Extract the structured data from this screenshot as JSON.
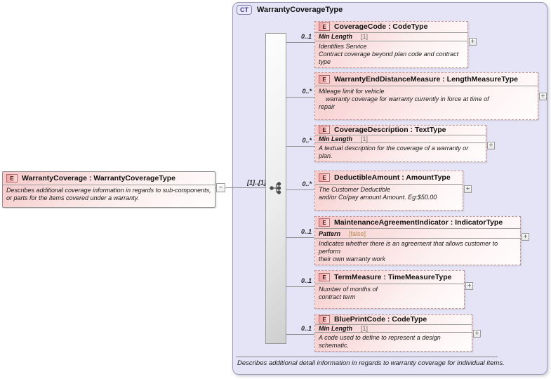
{
  "root_element": {
    "badge": "E",
    "title": "WarrantyCoverage : WarrantyCoverageType",
    "description": "Describes additional coverage information in regards to sub-components,\nor parts for the items covered under a warranty."
  },
  "connector": {
    "cardinality": "[1]..[1]"
  },
  "complex_type": {
    "badge": "CT",
    "title": "WarrantyCoverageType",
    "footer": "Describes additional detail information in regards to warranty coverage for individual items."
  },
  "icons": {
    "collapse_glyph": "−",
    "expand_glyph": "+",
    "compositor_icon": "sequence-compositor-icon"
  },
  "colors": {
    "complex_type_fill": "#e4e4f6",
    "element_fill": "#f6c9c9",
    "element_border": "#c29494",
    "badge_border": "#b36b6b",
    "facet_value_default": "#6e6e6e",
    "facet_value_pattern": "#b3874f"
  },
  "children": [
    {
      "badge": "E",
      "title": "CoverageCode : CodeType",
      "cardinality": "0..1",
      "facet_name": "Min Length",
      "facet_value": "[1]",
      "facet_value_color": "#6e6e6e",
      "description": "Identifies Service\nContract coverage beyond plan code and contract type"
    },
    {
      "badge": "E",
      "title": "WarrantyEndDistanceMeasure : LengthMeasureType",
      "cardinality": "0..*",
      "description": "Mileage limit for vehicle\n    warranty coverage for warranty currently in force at time of\nrepair"
    },
    {
      "badge": "E",
      "title": "CoverageDescription : TextType",
      "cardinality": "0..*",
      "facet_name": "Min Length",
      "facet_value": "[1]",
      "facet_value_color": "#6e6e6e",
      "description": "A textual description for the coverage of a warranty or plan."
    },
    {
      "badge": "E",
      "title": "DeductibleAmount : AmountType",
      "cardinality": "0..*",
      "description": "The Customer Deductible\nand/or Co/pay amount Amount. Eg:$50.00"
    },
    {
      "badge": "E",
      "title": "MaintenanceAgreementIndicator : IndicatorType",
      "cardinality": "0..1",
      "facet_name": "Pattern",
      "facet_value": "[false]",
      "facet_value_color": "#b3874f",
      "description": "Indicates whether there is an agreement that allows customer to perform\ntheir own warranty work"
    },
    {
      "badge": "E",
      "title": "TermMeasure : TimeMeasureType",
      "cardinality": "0..1",
      "description": "Number of months of\ncontract term"
    },
    {
      "badge": "E",
      "title": "BluePrintCode : CodeType",
      "cardinality": "0..1",
      "facet_name": "Min Length",
      "facet_value": "[1]",
      "facet_value_color": "#6e6e6e",
      "description": "A code used to define to represent a design schematic."
    }
  ]
}
